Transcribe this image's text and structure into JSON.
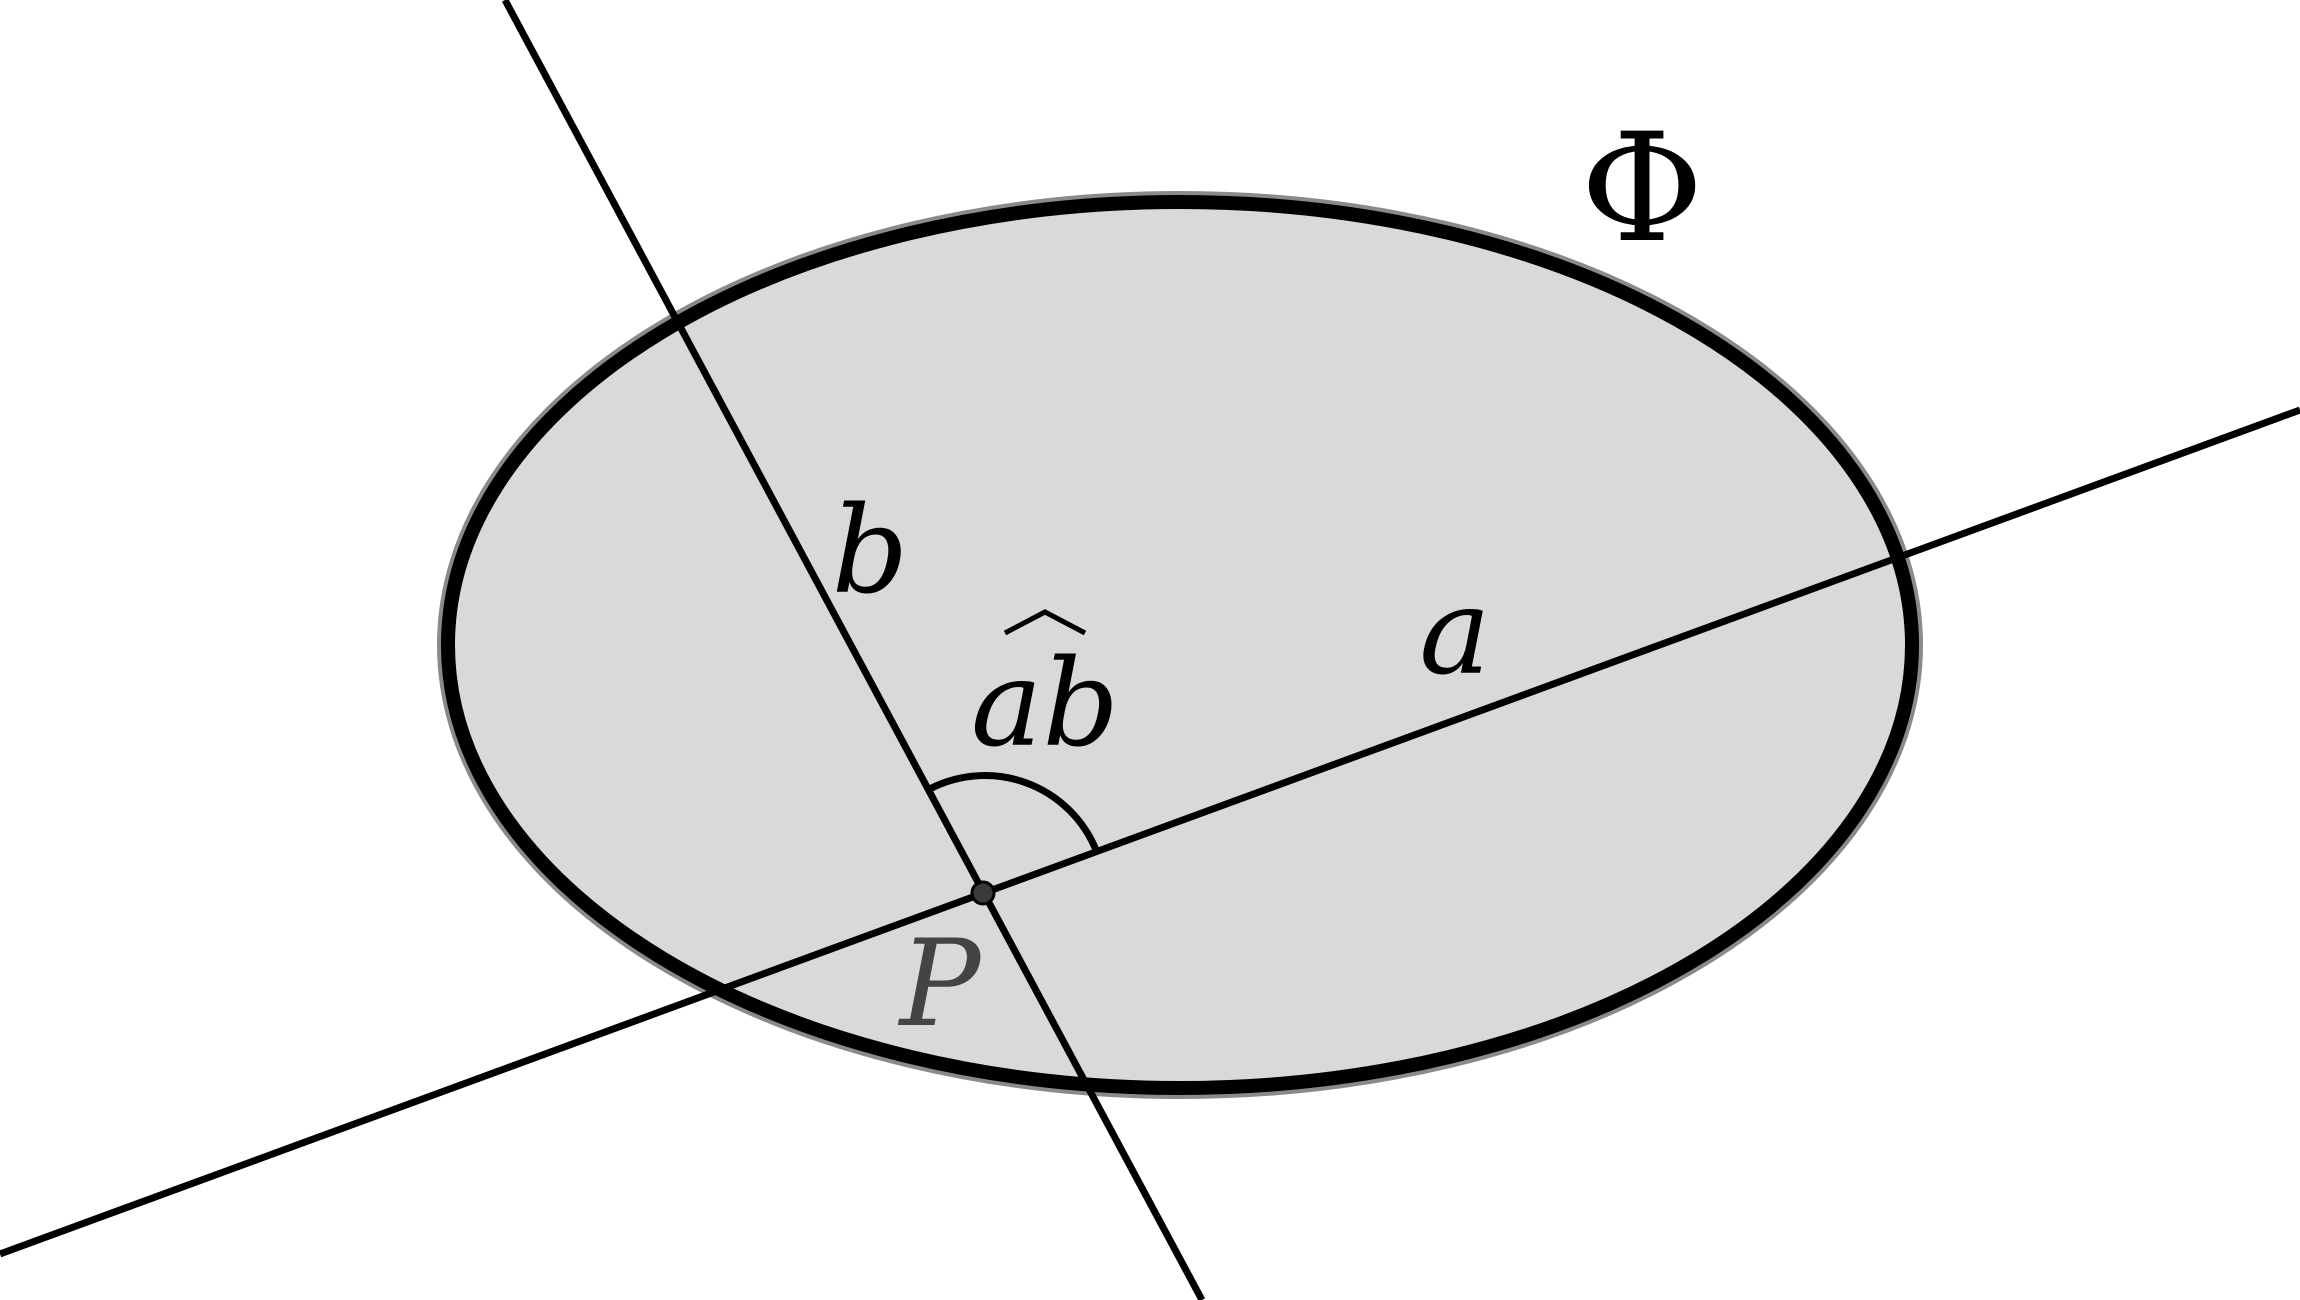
{
  "figure": {
    "region_label": "Φ",
    "line_a_label": "a",
    "line_b_label": "b",
    "angle_label": "ab",
    "angle_hat": "^",
    "point_label": "P"
  },
  "colors": {
    "region_fill": "#d9d9d9",
    "region_halo": "#8a8a8a",
    "stroke": "#000000",
    "point_fill": "#3a3a3a",
    "point_label": "#444444"
  }
}
